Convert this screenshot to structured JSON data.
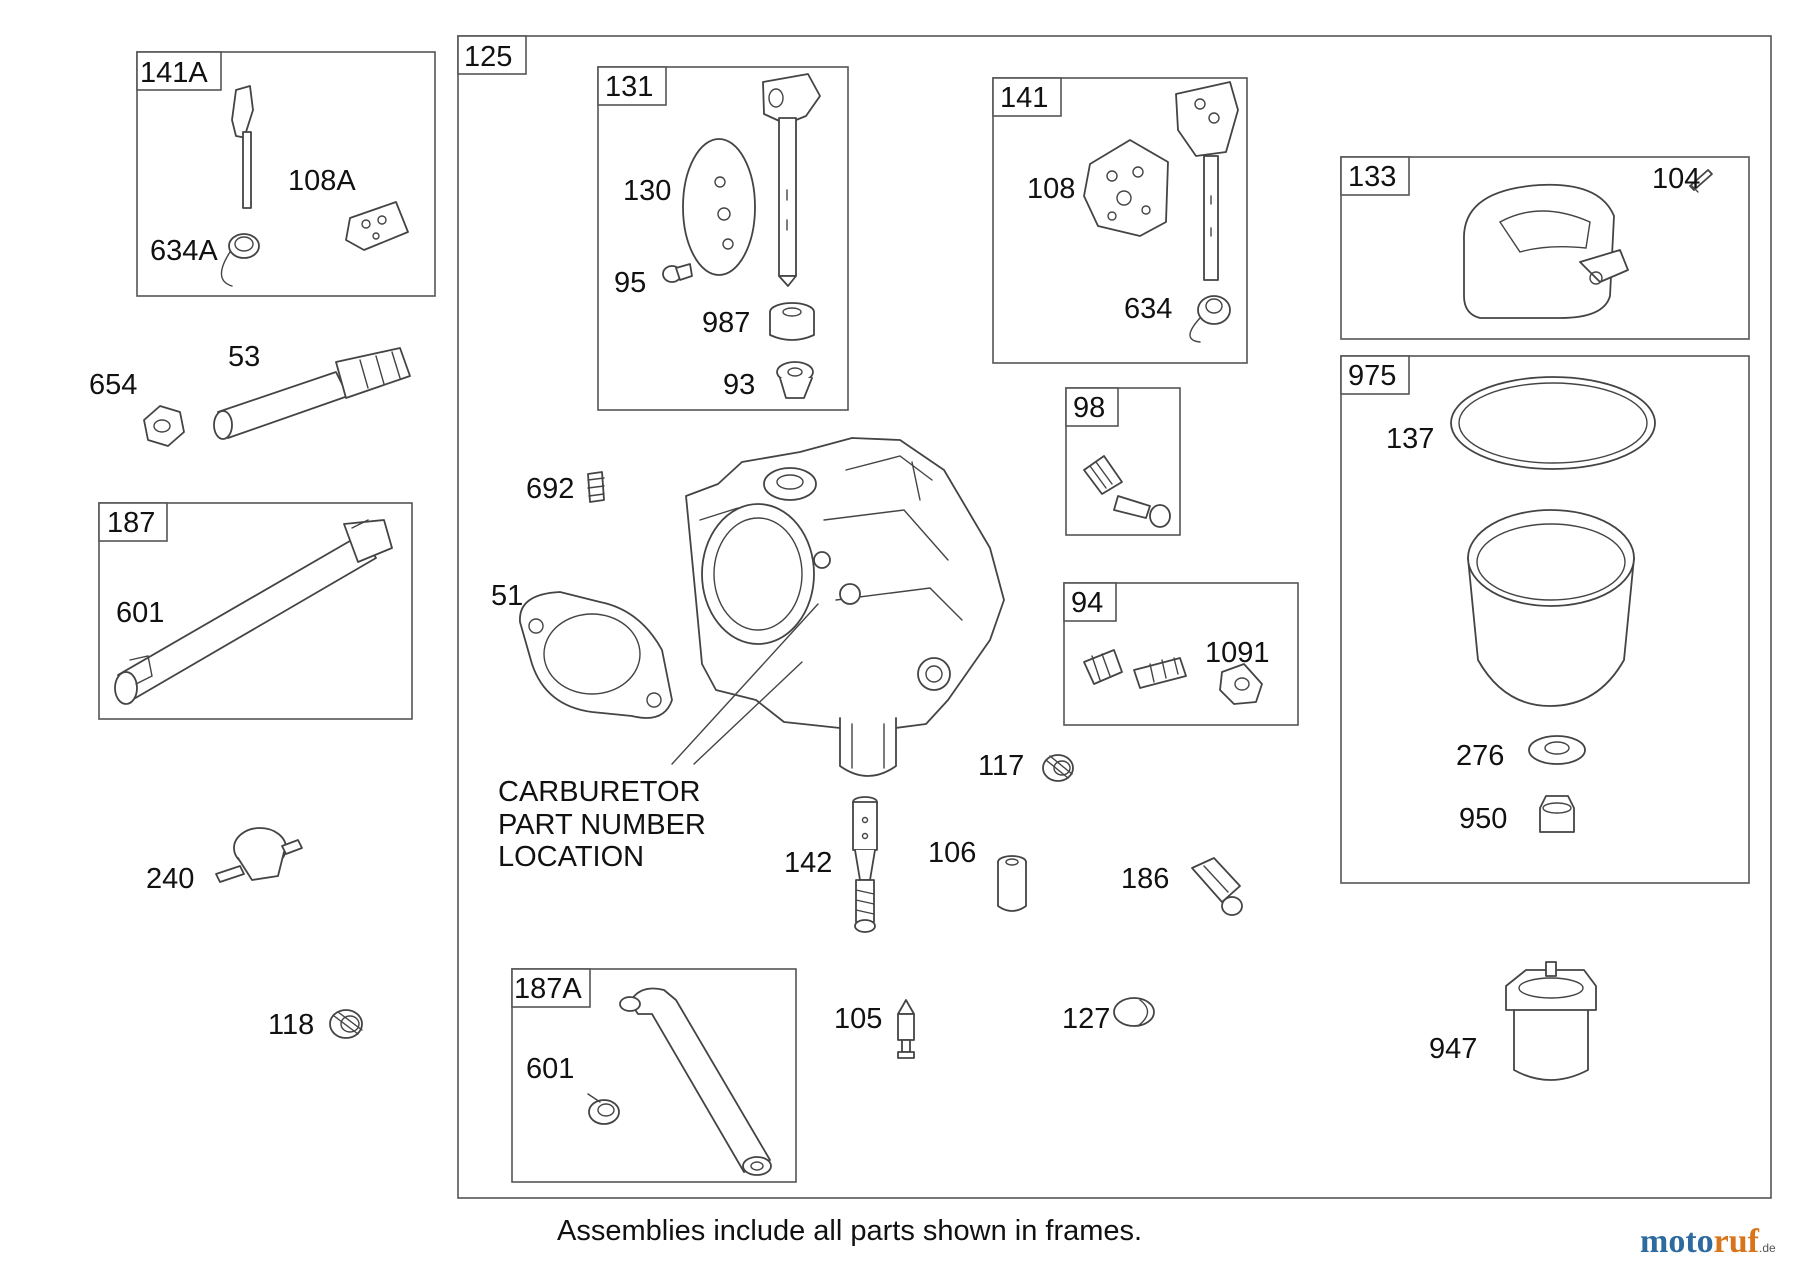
{
  "frames": {
    "f141A": "141A",
    "f125": "125",
    "f131": "131",
    "f141": "141",
    "f133": "133",
    "f975": "975",
    "f98": "98",
    "f94": "94",
    "f187": "187",
    "f187A": "187A"
  },
  "parts": {
    "p108A": "108A",
    "p634A": "634A",
    "p654": "654",
    "p53": "53",
    "p601a": "601",
    "p240": "240",
    "p118": "118",
    "p130": "130",
    "p95": "95",
    "p987": "987",
    "p93": "93",
    "p108": "108",
    "p634": "634",
    "p104": "104",
    "p137": "137",
    "p276": "276",
    "p950": "950",
    "p947": "947",
    "p692": "692",
    "p51": "51",
    "p1091": "1091",
    "p117": "117",
    "p142": "142",
    "p106": "106",
    "p186": "186",
    "p105": "105",
    "p127": "127",
    "p601b": "601"
  },
  "callout": {
    "line1": "CARBURETOR",
    "line2": "PART NUMBER",
    "line3": "LOCATION"
  },
  "footer_note": "Assemblies include all parts shown in frames.",
  "watermark": {
    "part1": "moto",
    "part2": "ruf",
    "suffix": ".de"
  }
}
